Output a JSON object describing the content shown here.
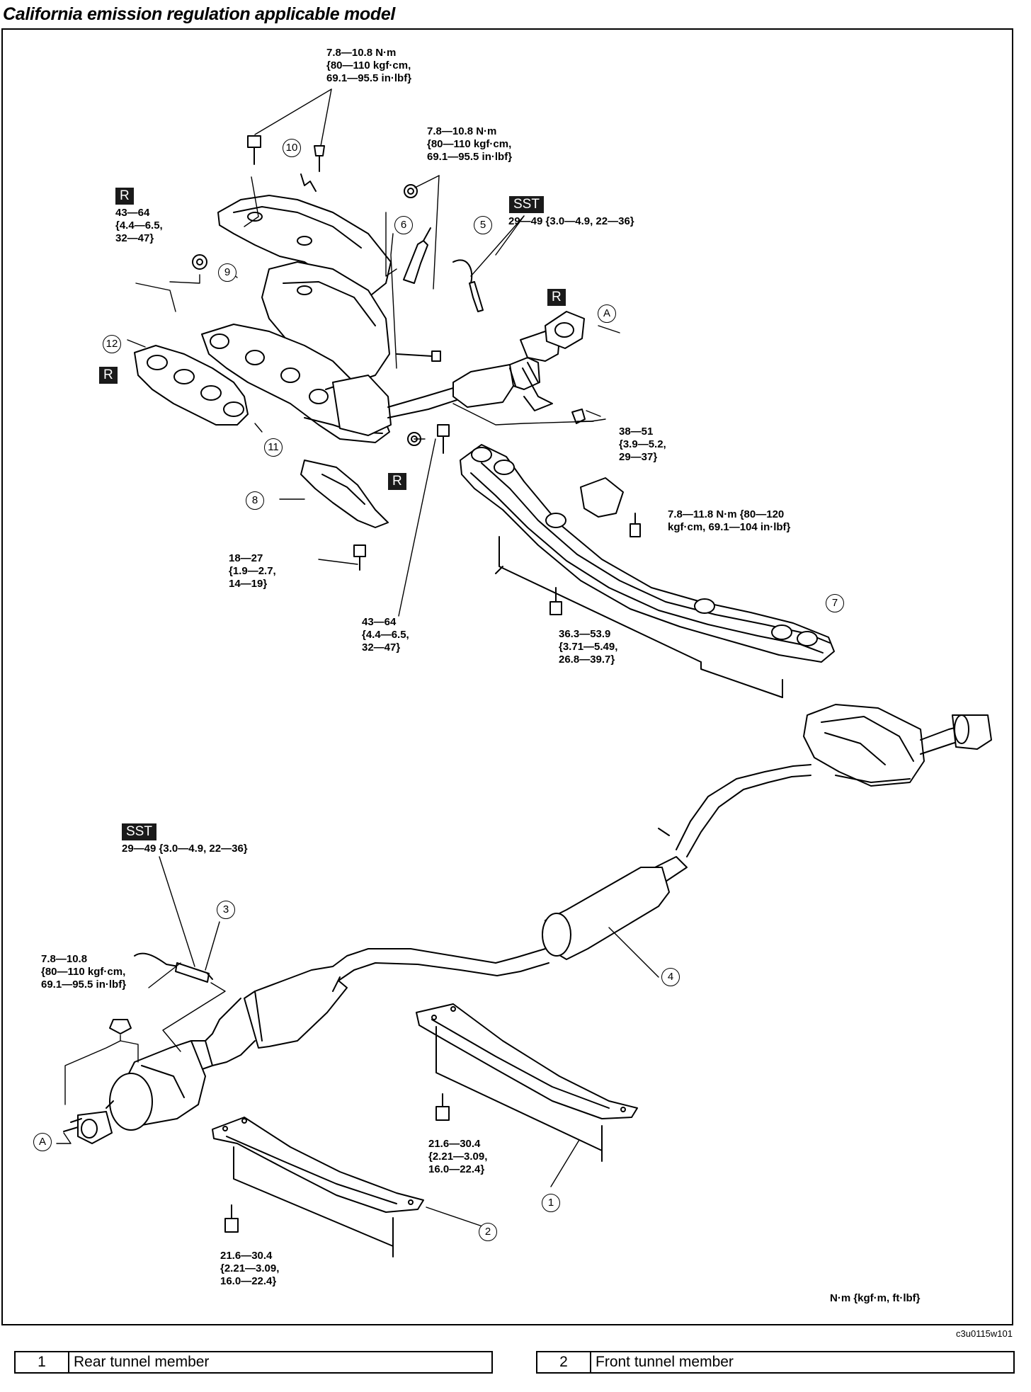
{
  "title": "California emission regulation applicable model",
  "badges": {
    "r": "R",
    "sst": "SST"
  },
  "torque_labels": {
    "t_top1": "7.8—10.8 N·m\n{80—110 kgf·cm,\n69.1—95.5 in·lbf}",
    "t_top2": "7.8—10.8 N·m\n{80—110 kgf·cm,\n69.1—95.5 in·lbf}",
    "t_sst1": "29—49 {3.0—4.9, 22—36}",
    "t_r1": "43—64\n{4.4—6.5,\n32—47}",
    "t_3851": "38—51\n{3.9—5.2,\n29—37}",
    "t_78118": "7.8—11.8 N·m {80—120\nkgf·cm, 69.1—104 in·lbf}",
    "t_1827": "18—27\n{1.9—2.7,\n14—19}",
    "t_4364b": "43—64\n{4.4—6.5,\n32—47}",
    "t_363": "36.3—53.9\n{3.71—5.49,\n26.8—39.7}",
    "t_sst2": "29—49 {3.0—4.9, 22—36}",
    "t_78b": "7.8—10.8\n{80—110 kgf·cm,\n69.1—95.5 in·lbf}",
    "t_216a": "21.6—30.4\n{2.21—3.09,\n16.0—22.4}",
    "t_216b": "21.6—30.4\n{2.21—3.09,\n16.0—22.4}"
  },
  "callouts": {
    "c1": "1",
    "c2": "2",
    "c3": "3",
    "c4": "4",
    "c5": "5",
    "c6": "6",
    "c7": "7",
    "c8": "8",
    "c9": "9",
    "c10": "10",
    "c11": "11",
    "c12": "12",
    "cA1": "A",
    "cA2": "A"
  },
  "units_note": "N·m {kgf·m, ft·lbf}",
  "figure_code": "c3u0115w101",
  "legend": [
    {
      "num": "1",
      "name": "Rear tunnel member"
    },
    {
      "num": "2",
      "name": "Front tunnel member"
    }
  ]
}
